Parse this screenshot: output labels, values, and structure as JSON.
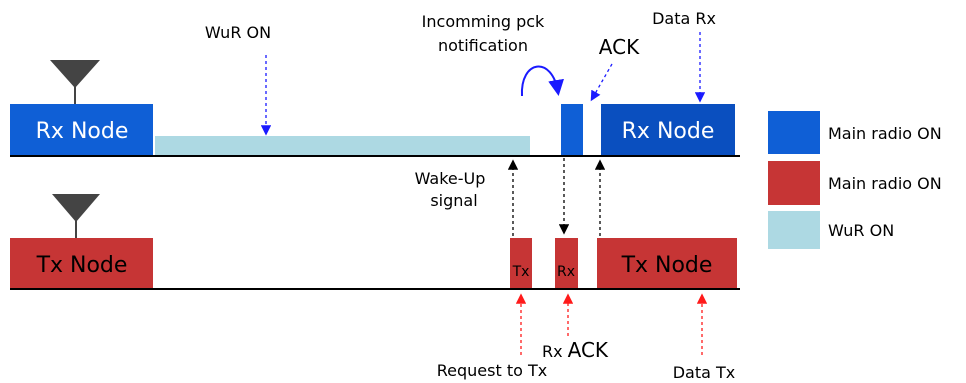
{
  "colors": {
    "rx_blue": "#0f5fd6",
    "rx_blue_dark": "#0a4fbf",
    "tx_red": "#c63535",
    "wur_light": "#add9e3",
    "antenna": "#444444",
    "arrow_blue": "#1a1aff",
    "arrow_red": "#ff1a1a"
  },
  "nodes": {
    "rx_left": "Rx Node",
    "rx_right": "Rx Node",
    "tx_left": "Tx Node",
    "tx_right": "Tx Node"
  },
  "blocks": {
    "tx_small": "Tx",
    "rx_small": "Rx"
  },
  "annotations": {
    "wur_on": "WuR ON",
    "incoming_line1": "Incomming pck",
    "incoming_line2": "notification",
    "ack": "ACK",
    "data_rx": "Data Rx",
    "wakeup_line1": "Wake-Up",
    "wakeup_line2": "signal",
    "rx_ack": "Rx ACK",
    "request_tx": "Request to Tx",
    "data_tx": "Data Tx"
  },
  "legend": [
    {
      "label": "Main radio ON",
      "color": "#0f5fd6"
    },
    {
      "label": "Main radio ON",
      "color": "#c63535"
    },
    {
      "label": "WuR ON",
      "color": "#add9e3"
    }
  ]
}
